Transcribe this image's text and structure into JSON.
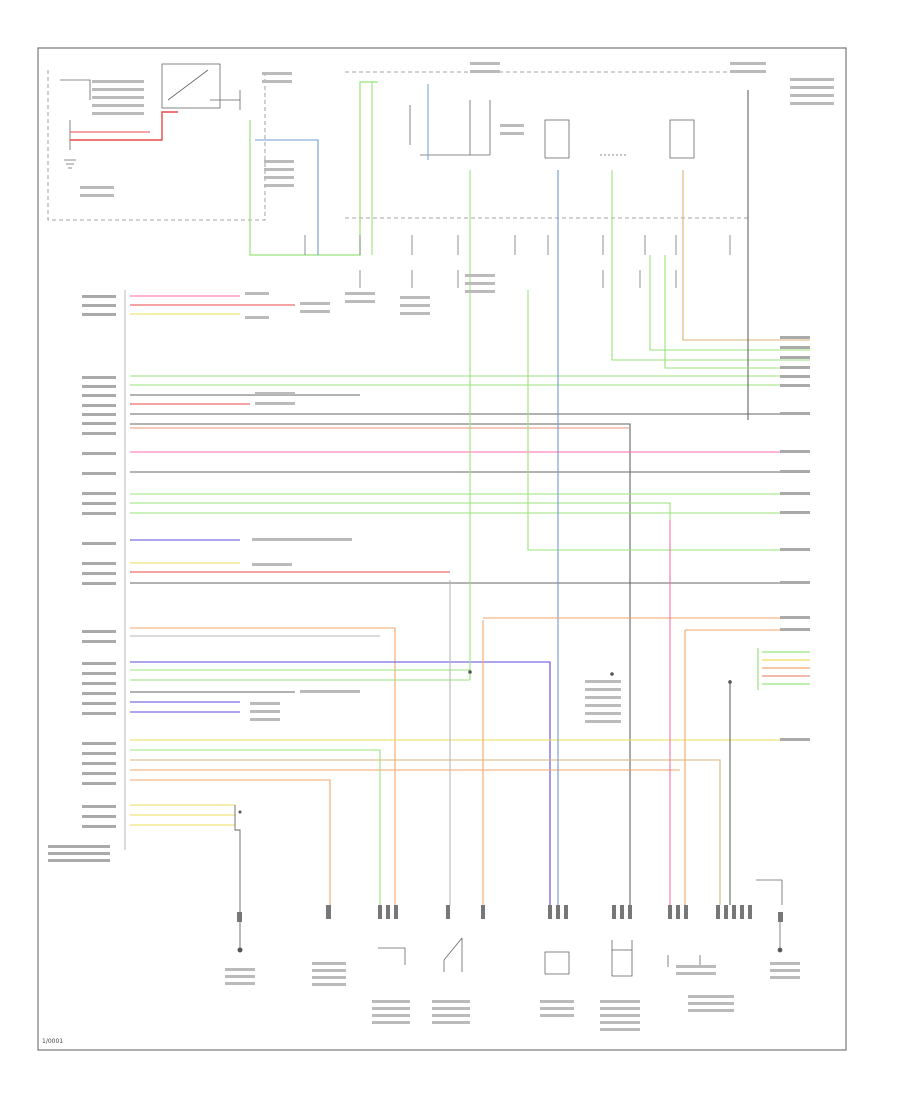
{
  "footer": {
    "code": "1/0001"
  },
  "colors": {
    "background": "#ffffff",
    "frame": "#555555",
    "wire_black": "#666666",
    "wire_red": "#e84a4a",
    "wire_pink": "#ff6aa8",
    "wire_green": "#98e37a",
    "wire_blue": "#6d9bd8",
    "wire_darkblue": "#5a4ad8",
    "wire_orange": "#f2a66a",
    "wire_tan": "#d9b47a",
    "wire_yellow": "#f0dd5a",
    "wire_gray": "#b7b7b7",
    "wire_violet": "#c060e0"
  },
  "icons": [
    "ground-symbol",
    "connector-pins",
    "switch-symbol",
    "relay-box",
    "sensor-symbol"
  ]
}
